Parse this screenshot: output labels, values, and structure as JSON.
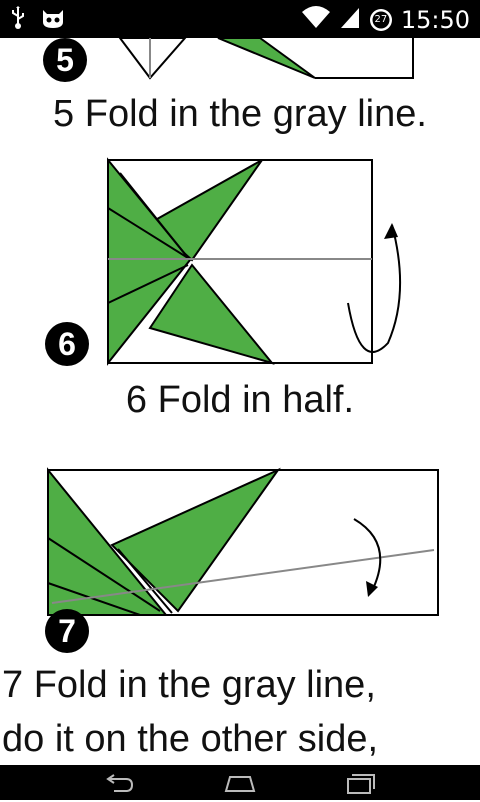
{
  "status_bar": {
    "time": "15:50",
    "notification_badge": "27",
    "icons": [
      "usb-icon",
      "android-icon",
      "wifi-icon",
      "signal-icon",
      "notification-count-icon"
    ]
  },
  "steps": [
    {
      "number": "5",
      "caption": "5 Fold in the gray line."
    },
    {
      "number": "6",
      "caption": "6 Fold in half."
    },
    {
      "number": "7",
      "caption_lines": [
        "7 Fold in the gray line,",
        "do it on the other side,"
      ]
    }
  ],
  "colors": {
    "green": "#4fae45",
    "fold_line": "#888888",
    "outline": "#000000"
  },
  "nav_bar": {
    "icons": [
      "back-icon",
      "home-icon",
      "recents-icon"
    ]
  }
}
